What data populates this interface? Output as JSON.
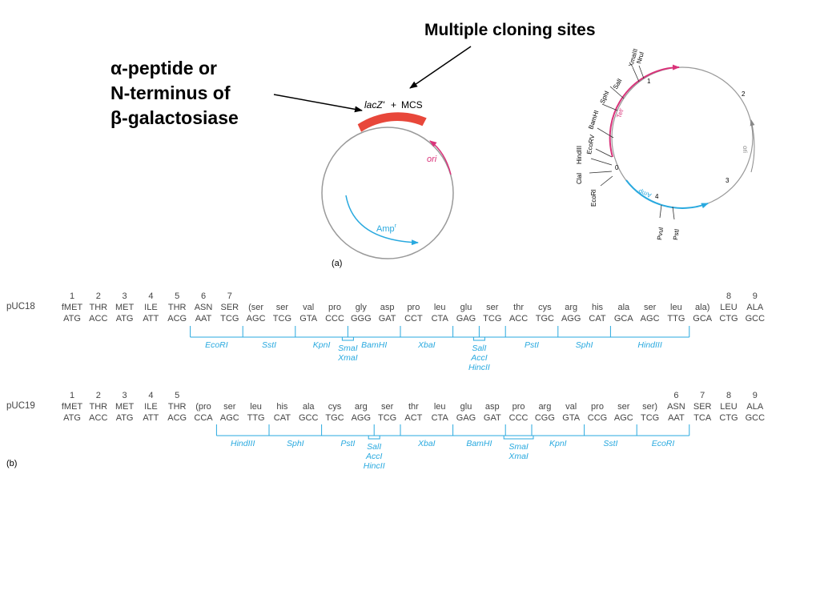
{
  "title": "Multiple cloning sites",
  "lacz_label": {
    "line1": "α-peptide or",
    "line2": "N-terminus of",
    "line3": "β-galactosiase"
  },
  "panel_a": {
    "lacz_label": "lacZ'",
    "plus": "+",
    "mcs": "MCS",
    "ori": "ori",
    "amp": "Amp",
    "amp_sup": "r",
    "panel_label": "(a)"
  },
  "map": {
    "ticks": [
      "0",
      "1",
      "2",
      "3",
      "4"
    ],
    "sites": [
      "EcoRI",
      "ClaI",
      "HindIII",
      "EcoRV",
      "BamHI",
      "SphI",
      "SalI",
      "XmaIII",
      "NruI",
      "PvuI",
      "PstI"
    ],
    "tet": "Tetʳ",
    "ori": "ori",
    "amp": "Ampʳ"
  },
  "pUC18": {
    "name": "pUC18",
    "codons": [
      {
        "num": "1",
        "aa": "fMET",
        "dna": "ATG"
      },
      {
        "num": "2",
        "aa": "THR",
        "dna": "ACC"
      },
      {
        "num": "3",
        "aa": "MET",
        "dna": "ATG"
      },
      {
        "num": "4",
        "aa": "ILE",
        "dna": "ATT"
      },
      {
        "num": "5",
        "aa": "THR",
        "dna": "ACG"
      },
      {
        "num": "6",
        "aa": "ASN",
        "dna": "AAT"
      },
      {
        "num": "7",
        "aa": "SER",
        "dna": "TCG"
      },
      {
        "num": "",
        "aa": "(ser",
        "dna": "AGC"
      },
      {
        "num": "",
        "aa": "ser",
        "dna": "TCG"
      },
      {
        "num": "",
        "aa": "val",
        "dna": "GTA"
      },
      {
        "num": "",
        "aa": "pro",
        "dna": "CCC"
      },
      {
        "num": "",
        "aa": "gly",
        "dna": "GGG"
      },
      {
        "num": "",
        "aa": "asp",
        "dna": "GAT"
      },
      {
        "num": "",
        "aa": "pro",
        "dna": "CCT"
      },
      {
        "num": "",
        "aa": "leu",
        "dna": "CTA"
      },
      {
        "num": "",
        "aa": "glu",
        "dna": "GAG"
      },
      {
        "num": "",
        "aa": "ser",
        "dna": "TCG"
      },
      {
        "num": "",
        "aa": "thr",
        "dna": "ACC"
      },
      {
        "num": "",
        "aa": "cys",
        "dna": "TGC"
      },
      {
        "num": "",
        "aa": "arg",
        "dna": "AGG"
      },
      {
        "num": "",
        "aa": "his",
        "dna": "CAT"
      },
      {
        "num": "",
        "aa": "ala",
        "dna": "GCA"
      },
      {
        "num": "",
        "aa": "ser",
        "dna": "AGC"
      },
      {
        "num": "",
        "aa": "leu",
        "dna": "TTG"
      },
      {
        "num": "",
        "aa": "ala)",
        "dna": "GCA"
      },
      {
        "num": "8",
        "aa": "LEU",
        "dna": "CTG"
      },
      {
        "num": "9",
        "aa": "ALA",
        "dna": "GCC"
      }
    ],
    "sites": [
      {
        "labels": [
          "EcoRI"
        ]
      },
      {
        "labels": [
          "SstI"
        ]
      },
      {
        "labels": [
          "KpnI"
        ]
      },
      {
        "labels": [
          "SmaI",
          "XmaI"
        ]
      },
      {
        "labels": [
          "BamHI"
        ]
      },
      {
        "labels": [
          "XbaI"
        ]
      },
      {
        "labels": [
          "SalI",
          "AccI",
          "HincII"
        ]
      },
      {
        "labels": [
          "PstI"
        ]
      },
      {
        "labels": [
          "SphI"
        ]
      },
      {
        "labels": [
          "HindIII"
        ]
      }
    ]
  },
  "pUC19": {
    "name": "pUC19",
    "codons": [
      {
        "num": "1",
        "aa": "fMET",
        "dna": "ATG"
      },
      {
        "num": "2",
        "aa": "THR",
        "dna": "ACC"
      },
      {
        "num": "3",
        "aa": "MET",
        "dna": "ATG"
      },
      {
        "num": "4",
        "aa": "ILE",
        "dna": "ATT"
      },
      {
        "num": "5",
        "aa": "THR",
        "dna": "ACG"
      },
      {
        "num": "",
        "aa": "(pro",
        "dna": "CCA"
      },
      {
        "num": "",
        "aa": "ser",
        "dna": "AGC"
      },
      {
        "num": "",
        "aa": "leu",
        "dna": "TTG"
      },
      {
        "num": "",
        "aa": "his",
        "dna": "CAT"
      },
      {
        "num": "",
        "aa": "ala",
        "dna": "GCC"
      },
      {
        "num": "",
        "aa": "cys",
        "dna": "TGC"
      },
      {
        "num": "",
        "aa": "arg",
        "dna": "AGG"
      },
      {
        "num": "",
        "aa": "ser",
        "dna": "TCG"
      },
      {
        "num": "",
        "aa": "thr",
        "dna": "ACT"
      },
      {
        "num": "",
        "aa": "leu",
        "dna": "CTA"
      },
      {
        "num": "",
        "aa": "glu",
        "dna": "GAG"
      },
      {
        "num": "",
        "aa": "asp",
        "dna": "GAT"
      },
      {
        "num": "",
        "aa": "pro",
        "dna": "CCC"
      },
      {
        "num": "",
        "aa": "arg",
        "dna": "CGG"
      },
      {
        "num": "",
        "aa": "val",
        "dna": "GTA"
      },
      {
        "num": "",
        "aa": "pro",
        "dna": "CCG"
      },
      {
        "num": "",
        "aa": "ser",
        "dna": "AGC"
      },
      {
        "num": "",
        "aa": "ser)",
        "dna": "TCG"
      },
      {
        "num": "6",
        "aa": "ASN",
        "dna": "AAT"
      },
      {
        "num": "7",
        "aa": "SER",
        "dna": "TCA"
      },
      {
        "num": "8",
        "aa": "LEU",
        "dna": "CTG"
      },
      {
        "num": "9",
        "aa": "ALA",
        "dna": "GCC"
      }
    ],
    "sites": [
      {
        "labels": [
          "HindIII"
        ]
      },
      {
        "labels": [
          "SphI"
        ]
      },
      {
        "labels": [
          "PstI"
        ]
      },
      {
        "labels": [
          "SalI",
          "AccI",
          "HincII"
        ]
      },
      {
        "labels": [
          "XbaI"
        ]
      },
      {
        "labels": [
          "BamHI"
        ]
      },
      {
        "labels": [
          "SmaI",
          "XmaI"
        ]
      },
      {
        "labels": [
          "KpnI"
        ]
      },
      {
        "labels": [
          "SstI"
        ]
      },
      {
        "labels": [
          "EcoRI"
        ]
      }
    ]
  },
  "panel_b_label": "(b)",
  "colors": {
    "red_bar": "#e8473a",
    "magenta": "#d9337a",
    "cyan": "#29a9df",
    "gray_text": "#444444"
  }
}
